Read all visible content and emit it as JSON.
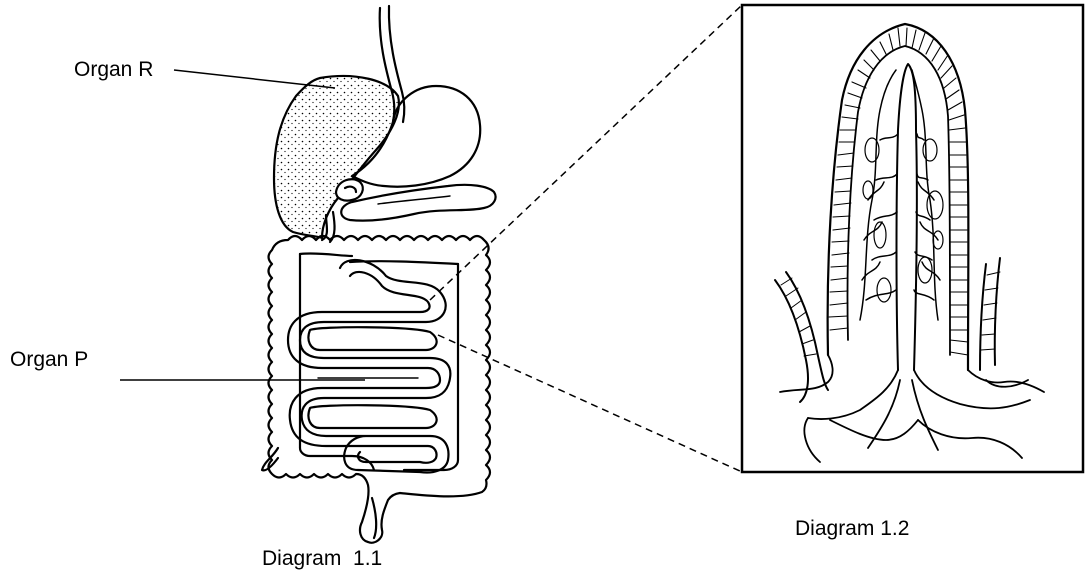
{
  "labels": {
    "organ_r": "Organ R",
    "organ_p": "Organ P",
    "diagram_1": "Diagram  1.1",
    "diagram_2": "Diagram 1.2"
  },
  "colors": {
    "ink": "#000000",
    "background": "#ffffff"
  }
}
